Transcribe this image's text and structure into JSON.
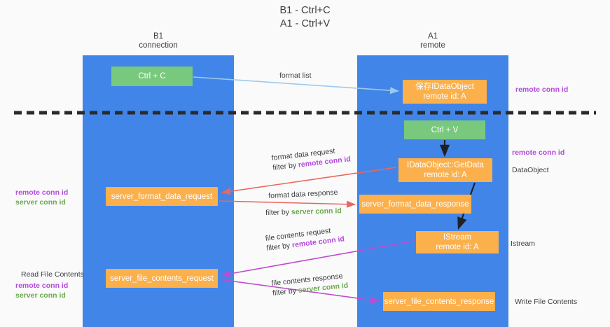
{
  "title": {
    "line1": "B1 - Ctrl+C",
    "line2": "A1 - Ctrl+V"
  },
  "columns": {
    "b1": {
      "name": "B1",
      "role": "connection"
    },
    "a1": {
      "name": "A1",
      "role": "remote"
    }
  },
  "colors": {
    "lane": "#4285e8",
    "green_box": "#78c97d",
    "orange_box": "#fbb04c",
    "remote_conn_id": "#b44adf",
    "server_conn_id": "#6aa84f",
    "red_arrow": "#e8685e",
    "blue_arrow": "#9ec9ee",
    "purple_arrow": "#c04ad0",
    "black_arrow": "#202124",
    "divider": "#2b2b2b"
  },
  "boxes": {
    "ctrl_c": {
      "label": "Ctrl + C"
    },
    "idataobject": {
      "line1": "保存IDataObject",
      "line2": "remote id: A"
    },
    "ctrl_v": {
      "label": "Ctrl + V"
    },
    "getdata": {
      "line1": "IDataObject::GetData",
      "line2": "remote id: A"
    },
    "server_format_data_request": {
      "label": "server_format_data_request"
    },
    "server_format_data_response": {
      "label": "server_format_data_response"
    },
    "istream": {
      "line1": "IStream",
      "line2": "remote id: A"
    },
    "server_file_contents_request": {
      "label": "server_file_contents_request"
    },
    "server_file_contents_response": {
      "label": "server_file_contents_response"
    }
  },
  "mid_labels": {
    "format_list": "format list",
    "format_data_request": "format data request",
    "filter_by": "filter by ",
    "remote_conn_id": "remote conn id",
    "format_data_response": "format data response",
    "server_conn_id": "server conn id",
    "file_contents_request": "file contents request",
    "file_contents_response": "file contents response"
  },
  "right_annotations": {
    "remote_conn_id_top": "remote conn id",
    "remote_conn_id_mid": "remote conn id",
    "dataobject": "DataObject",
    "istream": "Istream",
    "write_file_contents": "Write File Contents"
  },
  "left_annotations": {
    "remote_conn_id_mid": "remote conn id",
    "server_conn_id_mid": "server conn id",
    "read_file_contents": "Read File Contents",
    "remote_conn_id_bottom": "remote conn id",
    "server_conn_id_bottom": "server conn id"
  }
}
